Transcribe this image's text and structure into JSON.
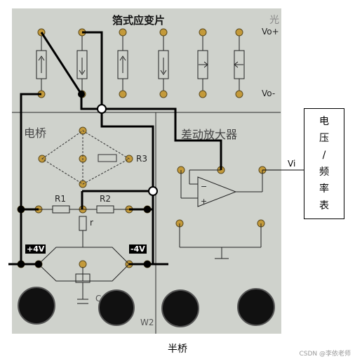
{
  "title_top": "箔式应变片",
  "title_corner": "光",
  "vo_plus": "Vo+",
  "vo_minus": "Vo-",
  "bridge_label": "电桥",
  "amp_label": "差动放大器",
  "r3": "R3",
  "r1": "R1",
  "r2": "R2",
  "r": "r",
  "plus4v": "+4V",
  "minus4v": "-4V",
  "w2": "W2",
  "c": "C",
  "vi": "Vi",
  "meter_lines": [
    "电",
    "压",
    "/",
    "频",
    "率",
    "表"
  ],
  "caption": "半桥",
  "watermark": "CSDN @李依老师",
  "colors": {
    "panel": "#cfd2cc",
    "wire": "#000000",
    "line": "#2a2a2a",
    "jack": "#c49a3a"
  }
}
